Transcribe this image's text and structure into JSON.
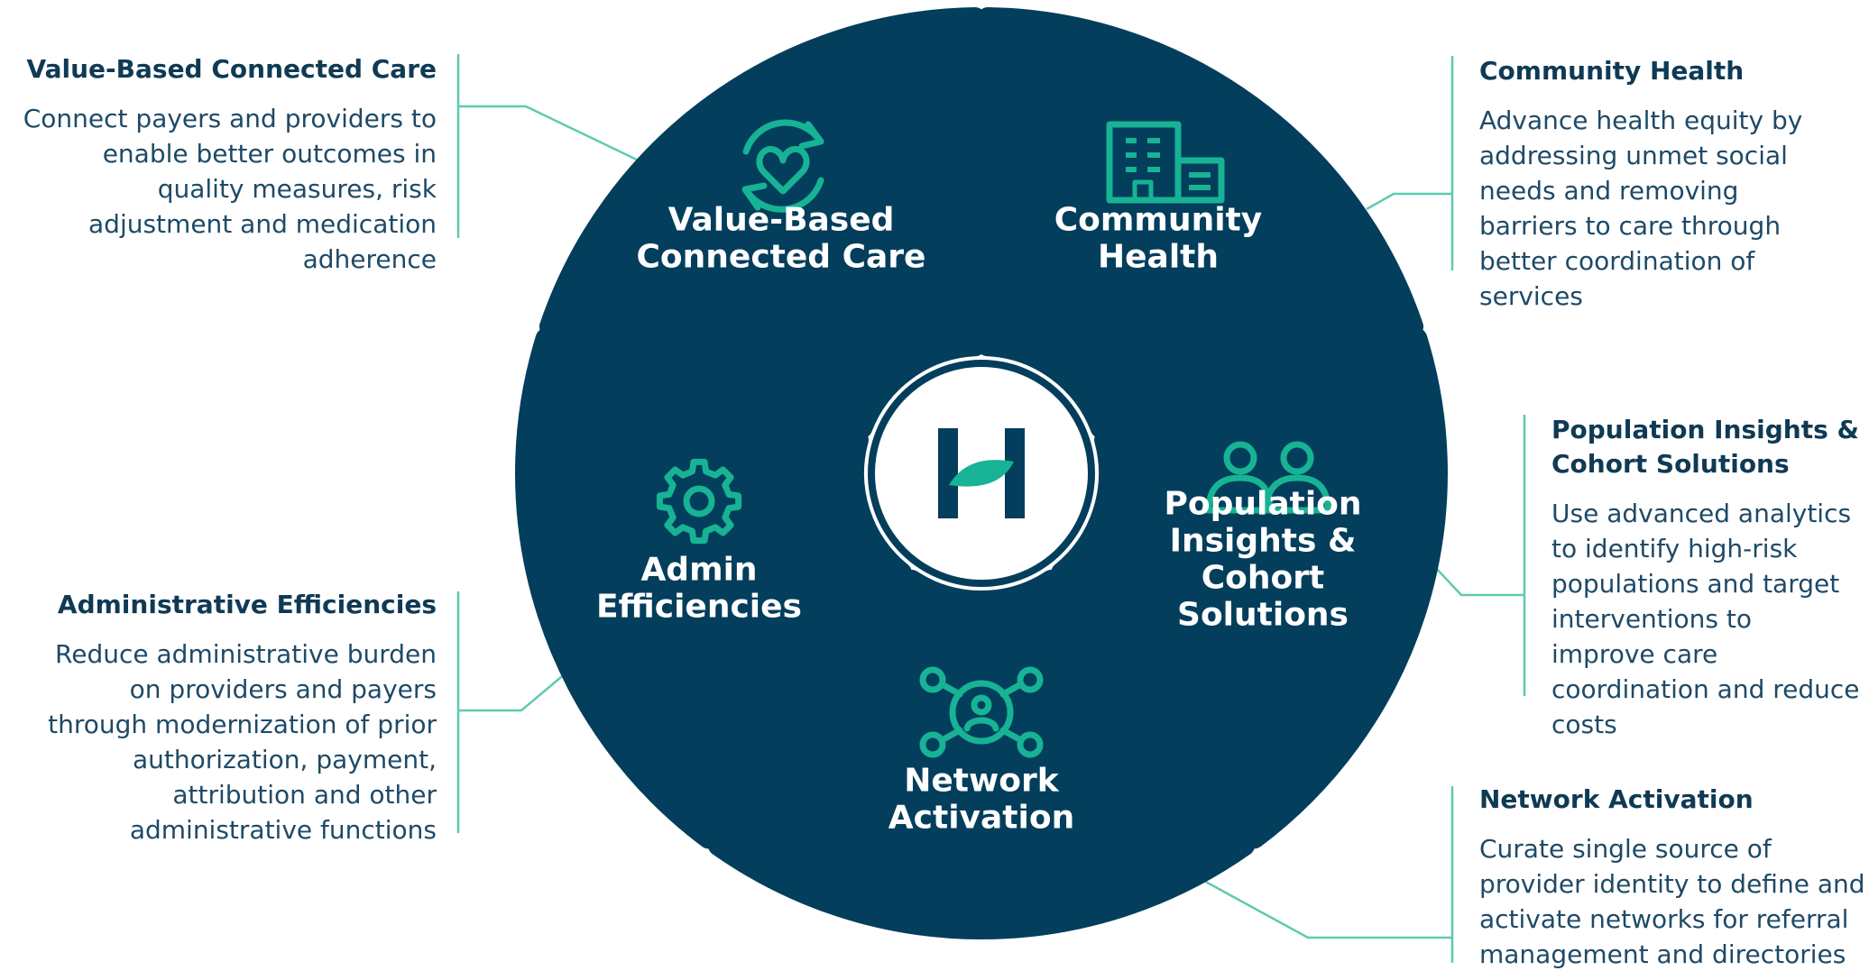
{
  "segments": [
    {
      "key": "vbc",
      "label_lines": [
        "Value-Based",
        "Connected Care"
      ],
      "icon": "heart-cycle-icon"
    },
    {
      "key": "community",
      "label_lines": [
        "Community",
        "Health"
      ],
      "icon": "buildings-icon"
    },
    {
      "key": "population",
      "label_lines": [
        "Population",
        "Insights &",
        "Cohort",
        "Solutions"
      ],
      "icon": "people-icon"
    },
    {
      "key": "network",
      "label_lines": [
        "Network",
        "Activation"
      ],
      "icon": "network-user-icon"
    },
    {
      "key": "admin",
      "label_lines": [
        "Admin",
        "Efficiencies"
      ],
      "icon": "gear-icon"
    }
  ],
  "callouts": {
    "vbc": {
      "title": "Value-Based Connected Care",
      "body": "Connect payers and providers to enable better outcomes in quality measures, risk adjustment and medication adherence"
    },
    "community": {
      "title": "Community Health",
      "body": "Advance health equity by addressing unmet social needs and removing barriers to care through better coordination of services"
    },
    "population": {
      "title": "Population Insights & Cohort Solutions",
      "body": "Use advanced analytics to identify high-risk populations and target interventions to improve care coordination and reduce costs"
    },
    "network": {
      "title": "Network Activation",
      "body": "Curate single source of provider identity to define and activate networks for referral management and directories"
    },
    "admin": {
      "title": "Administrative Efficiencies",
      "body": "Reduce administrative burden on providers and payers through modernization of prior authorization, payment, attribution and other administrative functions"
    }
  },
  "colors": {
    "segment": "#033e5c",
    "accent": "#17b394",
    "connector": "#5fcab1",
    "text": "#173f5f"
  }
}
